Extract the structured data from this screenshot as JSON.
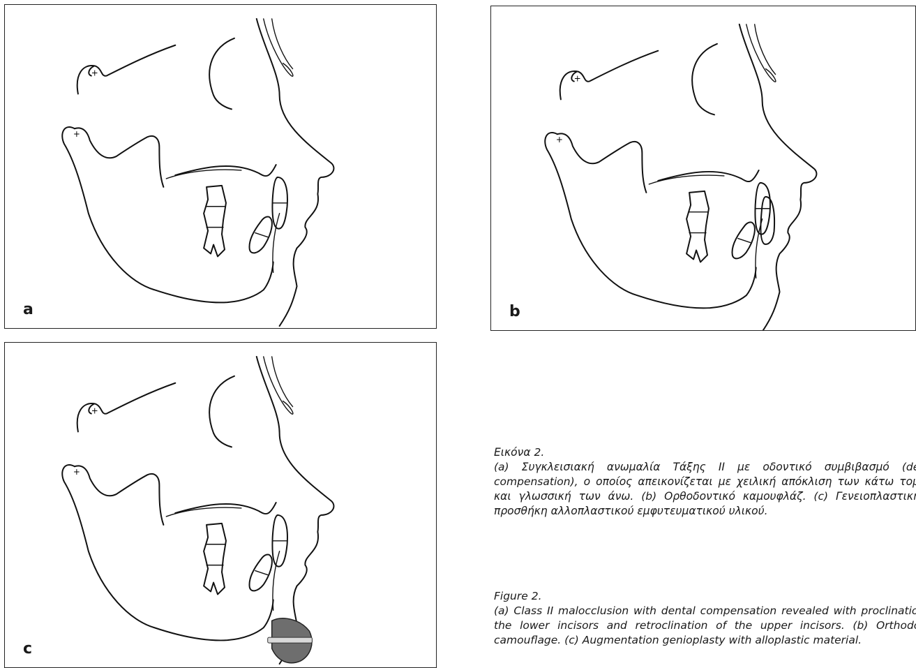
{
  "panels": [
    {
      "label": "a"
    },
    {
      "label": "b"
    },
    {
      "label": "c"
    }
  ],
  "caption_greek": {
    "title": "Εικόνα 2.",
    "text": "(a) Συγκλεισιακή ανωμαλία Τάξης ΙΙ με οδοντικό συμβιβασμό (dental compensation), ο οποίος απεικονίζεται με χειλική απόκλιση των κάτω τομέων και γλωσσική των άνω. (b) Ορθοδοντικό καμουφλάζ. (c) Γενειοπλαστική με προσθήκη αλλοπλαστικού εμφυτευματικού υλικού."
  },
  "caption_english": {
    "title": "Figure 2.",
    "text": "(a) Class II malocclusion with dental compensation revealed with proclination of the lower incisors and retroclination of the upper incisors. (b) Orthodontic camouflage. (c) Augmentation genioplasty with alloplastic material."
  }
}
